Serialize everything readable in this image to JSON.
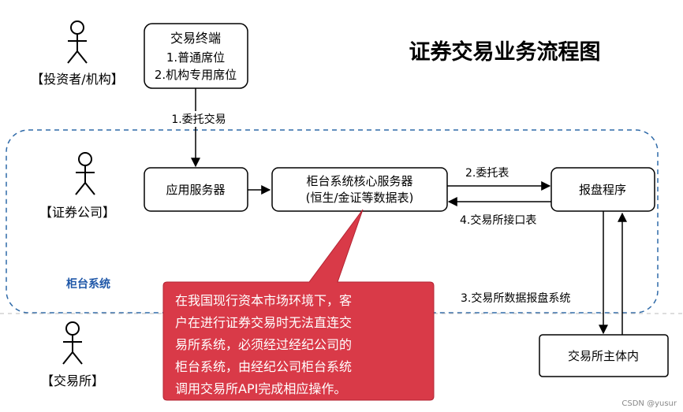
{
  "title": "证券交易业务流程图",
  "region_label": "柜台系统",
  "actors": [
    {
      "id": "investor",
      "label": "【投资者/机构】"
    },
    {
      "id": "broker",
      "label": "【证券公司】"
    },
    {
      "id": "exchange",
      "label": "【交易所】"
    }
  ],
  "nodes": {
    "terminal": {
      "lines": [
        "交易终端",
        "1.普通席位",
        "2.机构专用席位"
      ]
    },
    "app_server": {
      "lines": [
        "应用服务器"
      ]
    },
    "core_server": {
      "lines": [
        "柜台系统核心服务器",
        "(恒生/金证等数据表)"
      ]
    },
    "report": {
      "lines": [
        "报盘程序"
      ]
    },
    "exchange_host": {
      "lines": [
        "交易所主体内"
      ]
    }
  },
  "edges": {
    "delegate_trade": "1.委托交易",
    "delegate_table": "2.委托表",
    "exchange_report_system": "3.交易所数据报盘系统",
    "exchange_interface_table": "4.交易所接口表"
  },
  "callout": {
    "lines": [
      "在我国现行资本市场环境下，客",
      "户在进行证券交易时无法直连交",
      "易所系统，必须经过经纪公司的",
      "柜台系统，由经纪公司柜台系统",
      "调用交易所API完成相应操作。"
    ]
  },
  "watermark": "CSDN @yusur",
  "colors": {
    "callout": "#d93a48",
    "region_border": "#2f6aa8",
    "region_label": "#1f57a8"
  }
}
